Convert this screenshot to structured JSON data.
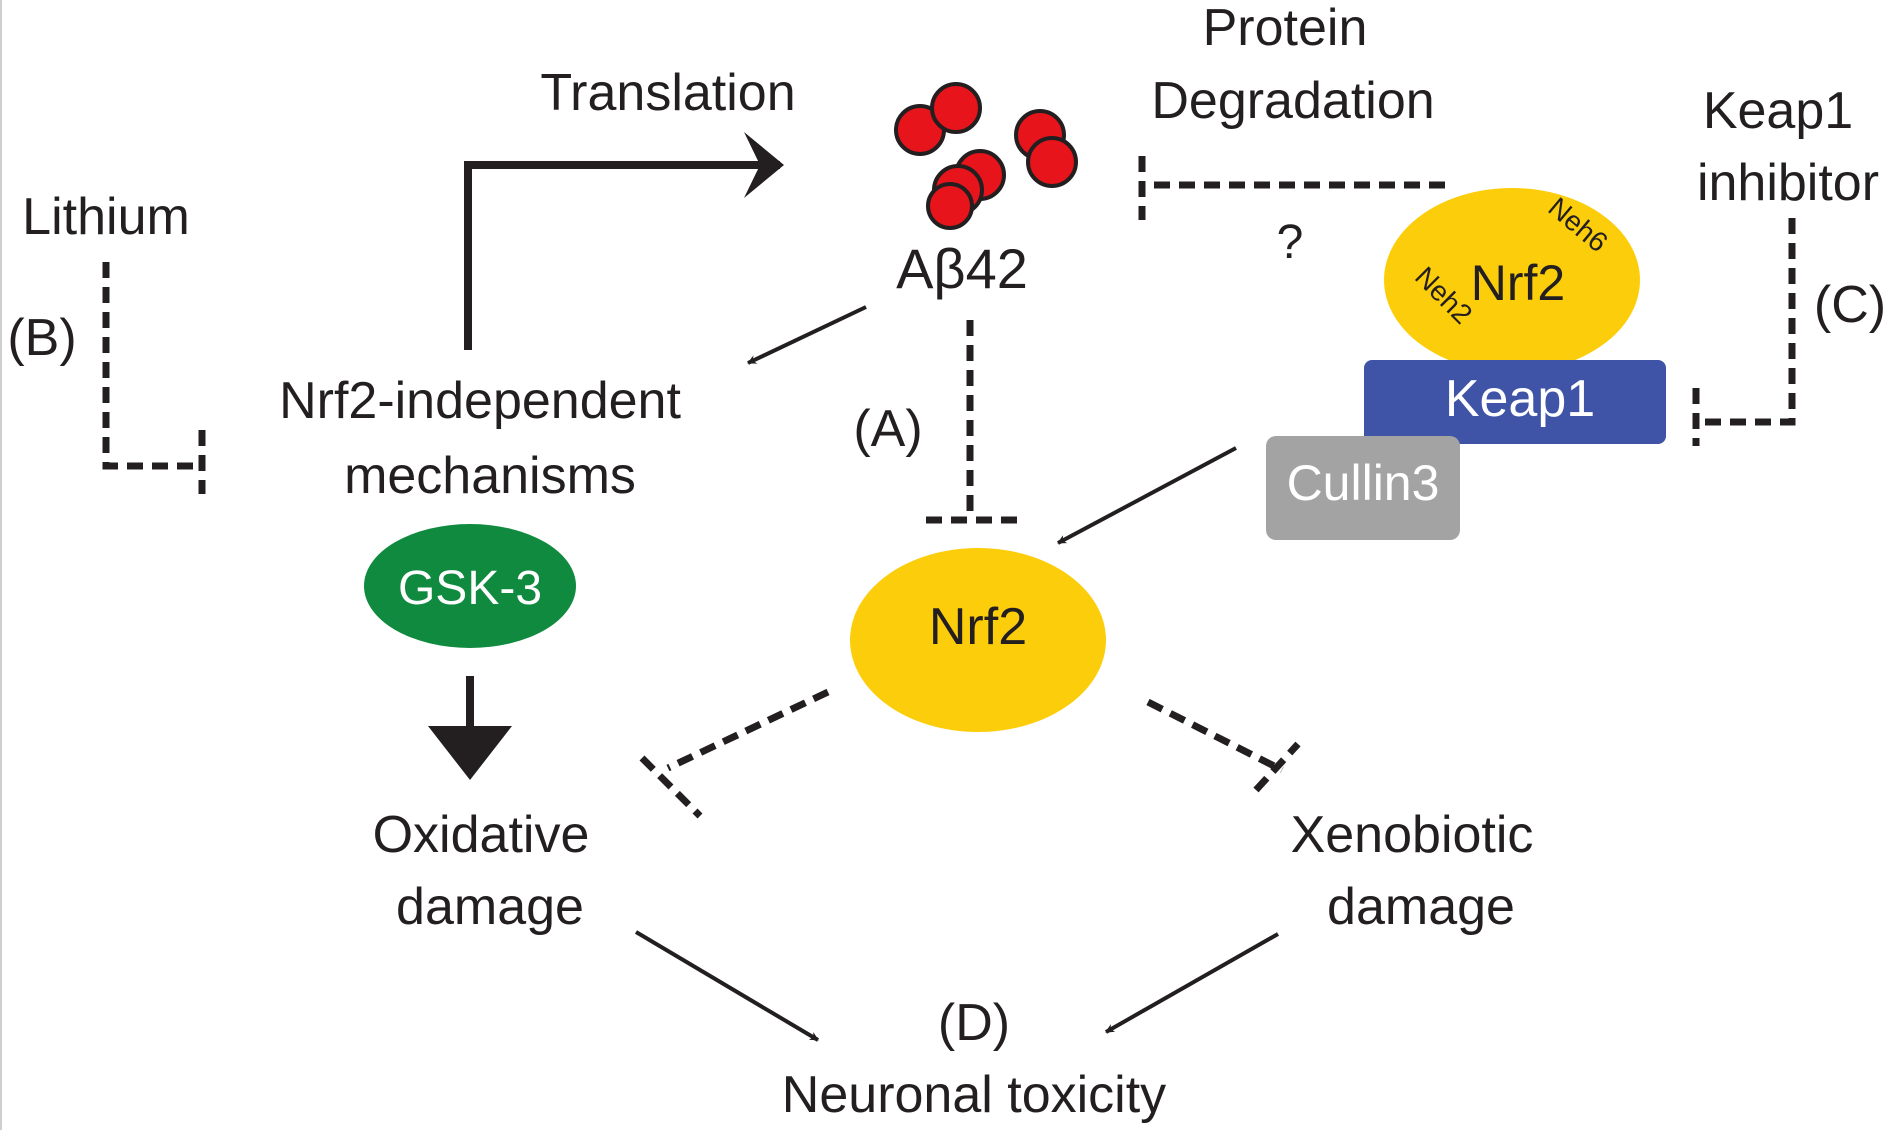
{
  "labels": {
    "translation": "Translation",
    "protein_degradation_line1": "Protein",
    "protein_degradation_line2": "Degradation",
    "keap1_inhibitor_line1": "Keap1",
    "keap1_inhibitor_line2": "inhibitor",
    "lithium": "Lithium",
    "b": "(B)",
    "c": "(C)",
    "a": "(A)",
    "d": "(D)",
    "question": "?",
    "abeta42": "Aβ42",
    "nrf2_independent_line1": "Nrf2-independent",
    "nrf2_independent_line2": "mechanisms",
    "gsk3": "GSK-3",
    "nrf2_center": "Nrf2",
    "nrf2_complex": "Nrf2",
    "neh6": "Neh6",
    "neh2": "Neh2",
    "keap1": "Keap1",
    "cullin3": "Cullin3",
    "oxidative_line1": "Oxidative",
    "oxidative_line2": "damage",
    "xenobiotic_line1": "Xenobiotic",
    "xenobiotic_line2": "damage",
    "neuronal_toxicity": "Neuronal toxicity"
  },
  "colors": {
    "abeta_red": "#e8141b",
    "nrf2_yellow": "#fccd0b",
    "keap1_blue": "#3f53a7",
    "cullin_gray": "#a3a3a3",
    "gsk3_green": "#0f8a3f",
    "ink": "#231f20"
  }
}
